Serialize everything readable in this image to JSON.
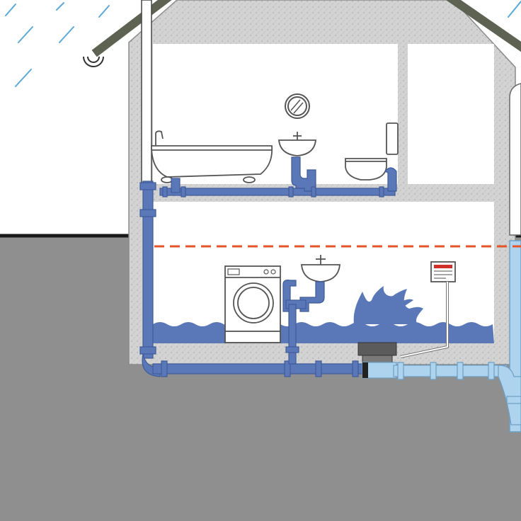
{
  "diagram": {
    "colors": {
      "sky": "#ffffff",
      "rain": "#5aa9d6",
      "ground": "#8f8f8f",
      "ground_line": "#1a1a1a",
      "roof": "#5e6253",
      "wall_fill": "#d3d3d3",
      "wall_speckle": "#9a9a9a",
      "room": "#ffffff",
      "pipe_dark": "#5a78b8",
      "pipe_dark_edge": "#3f5b98",
      "pipe_light": "#aed3ee",
      "pipe_light_edge": "#6f9fc4",
      "water": "#5a78b8",
      "backflow_line": "#e2562a",
      "fixture_stroke": "#555555",
      "pump_body": "#5b5b5b",
      "control_box_accent": "#d0302a"
    },
    "components": [
      {
        "id": "roof",
        "icon": "roof-icon"
      },
      {
        "id": "rain",
        "icon": "rain-icon"
      },
      {
        "id": "gutter",
        "icon": "gutter-icon"
      },
      {
        "id": "bathtub",
        "icon": "bathtub-icon"
      },
      {
        "id": "mirror",
        "icon": "mirror-icon"
      },
      {
        "id": "upper-sink",
        "icon": "sink-icon"
      },
      {
        "id": "toilet",
        "icon": "toilet-icon"
      },
      {
        "id": "washing-machine",
        "icon": "washing-machine-icon"
      },
      {
        "id": "basement-sink",
        "icon": "sink-icon"
      },
      {
        "id": "control-box",
        "icon": "control-box-icon"
      },
      {
        "id": "pump-unit",
        "icon": "pump-icon"
      },
      {
        "id": "flood-water",
        "icon": "water-icon"
      },
      {
        "id": "backflow-level",
        "icon": "dashed-line-icon"
      },
      {
        "id": "sewer",
        "icon": "sewer-pipe-icon"
      }
    ]
  }
}
